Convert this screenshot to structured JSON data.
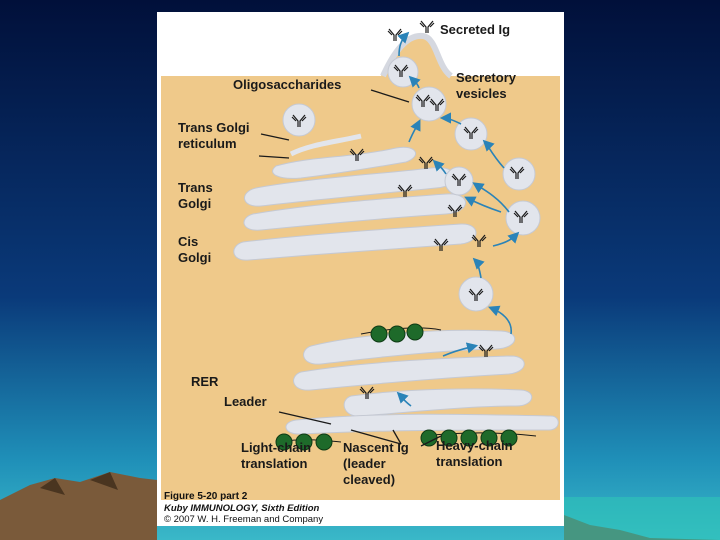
{
  "colors": {
    "cytoplasm": "#efc98a",
    "membrane": "#e2e5ec",
    "arrow": "#2a83b8",
    "ribosome": "#1e6a2a",
    "sky_top": "#02113a",
    "sky_bottom": "#2aa6c4"
  },
  "labels": {
    "secreted_ig": "Secreted Ig",
    "oligosaccharides": "Oligosaccharides",
    "secretory_vesicles": "Secretory\nvesicles",
    "trans_golgi_reticulum": "Trans Golgi\nreticulum",
    "trans_golgi": "Trans\nGolgi",
    "cis_golgi": "Cis\nGolgi",
    "rer": "RER",
    "leader": "Leader",
    "light_chain": "Light-chain\ntranslation",
    "nascent_ig": "Nascent Ig\n(leader\ncleaved)",
    "heavy_chain": "Heavy-chain\ntranslation"
  },
  "caption": {
    "line1": "Figure 5-20 part 2",
    "line2": "Kuby IMMUNOLOGY, Sixth Edition",
    "line3": "© 2007 W. H. Freeman and Company"
  }
}
